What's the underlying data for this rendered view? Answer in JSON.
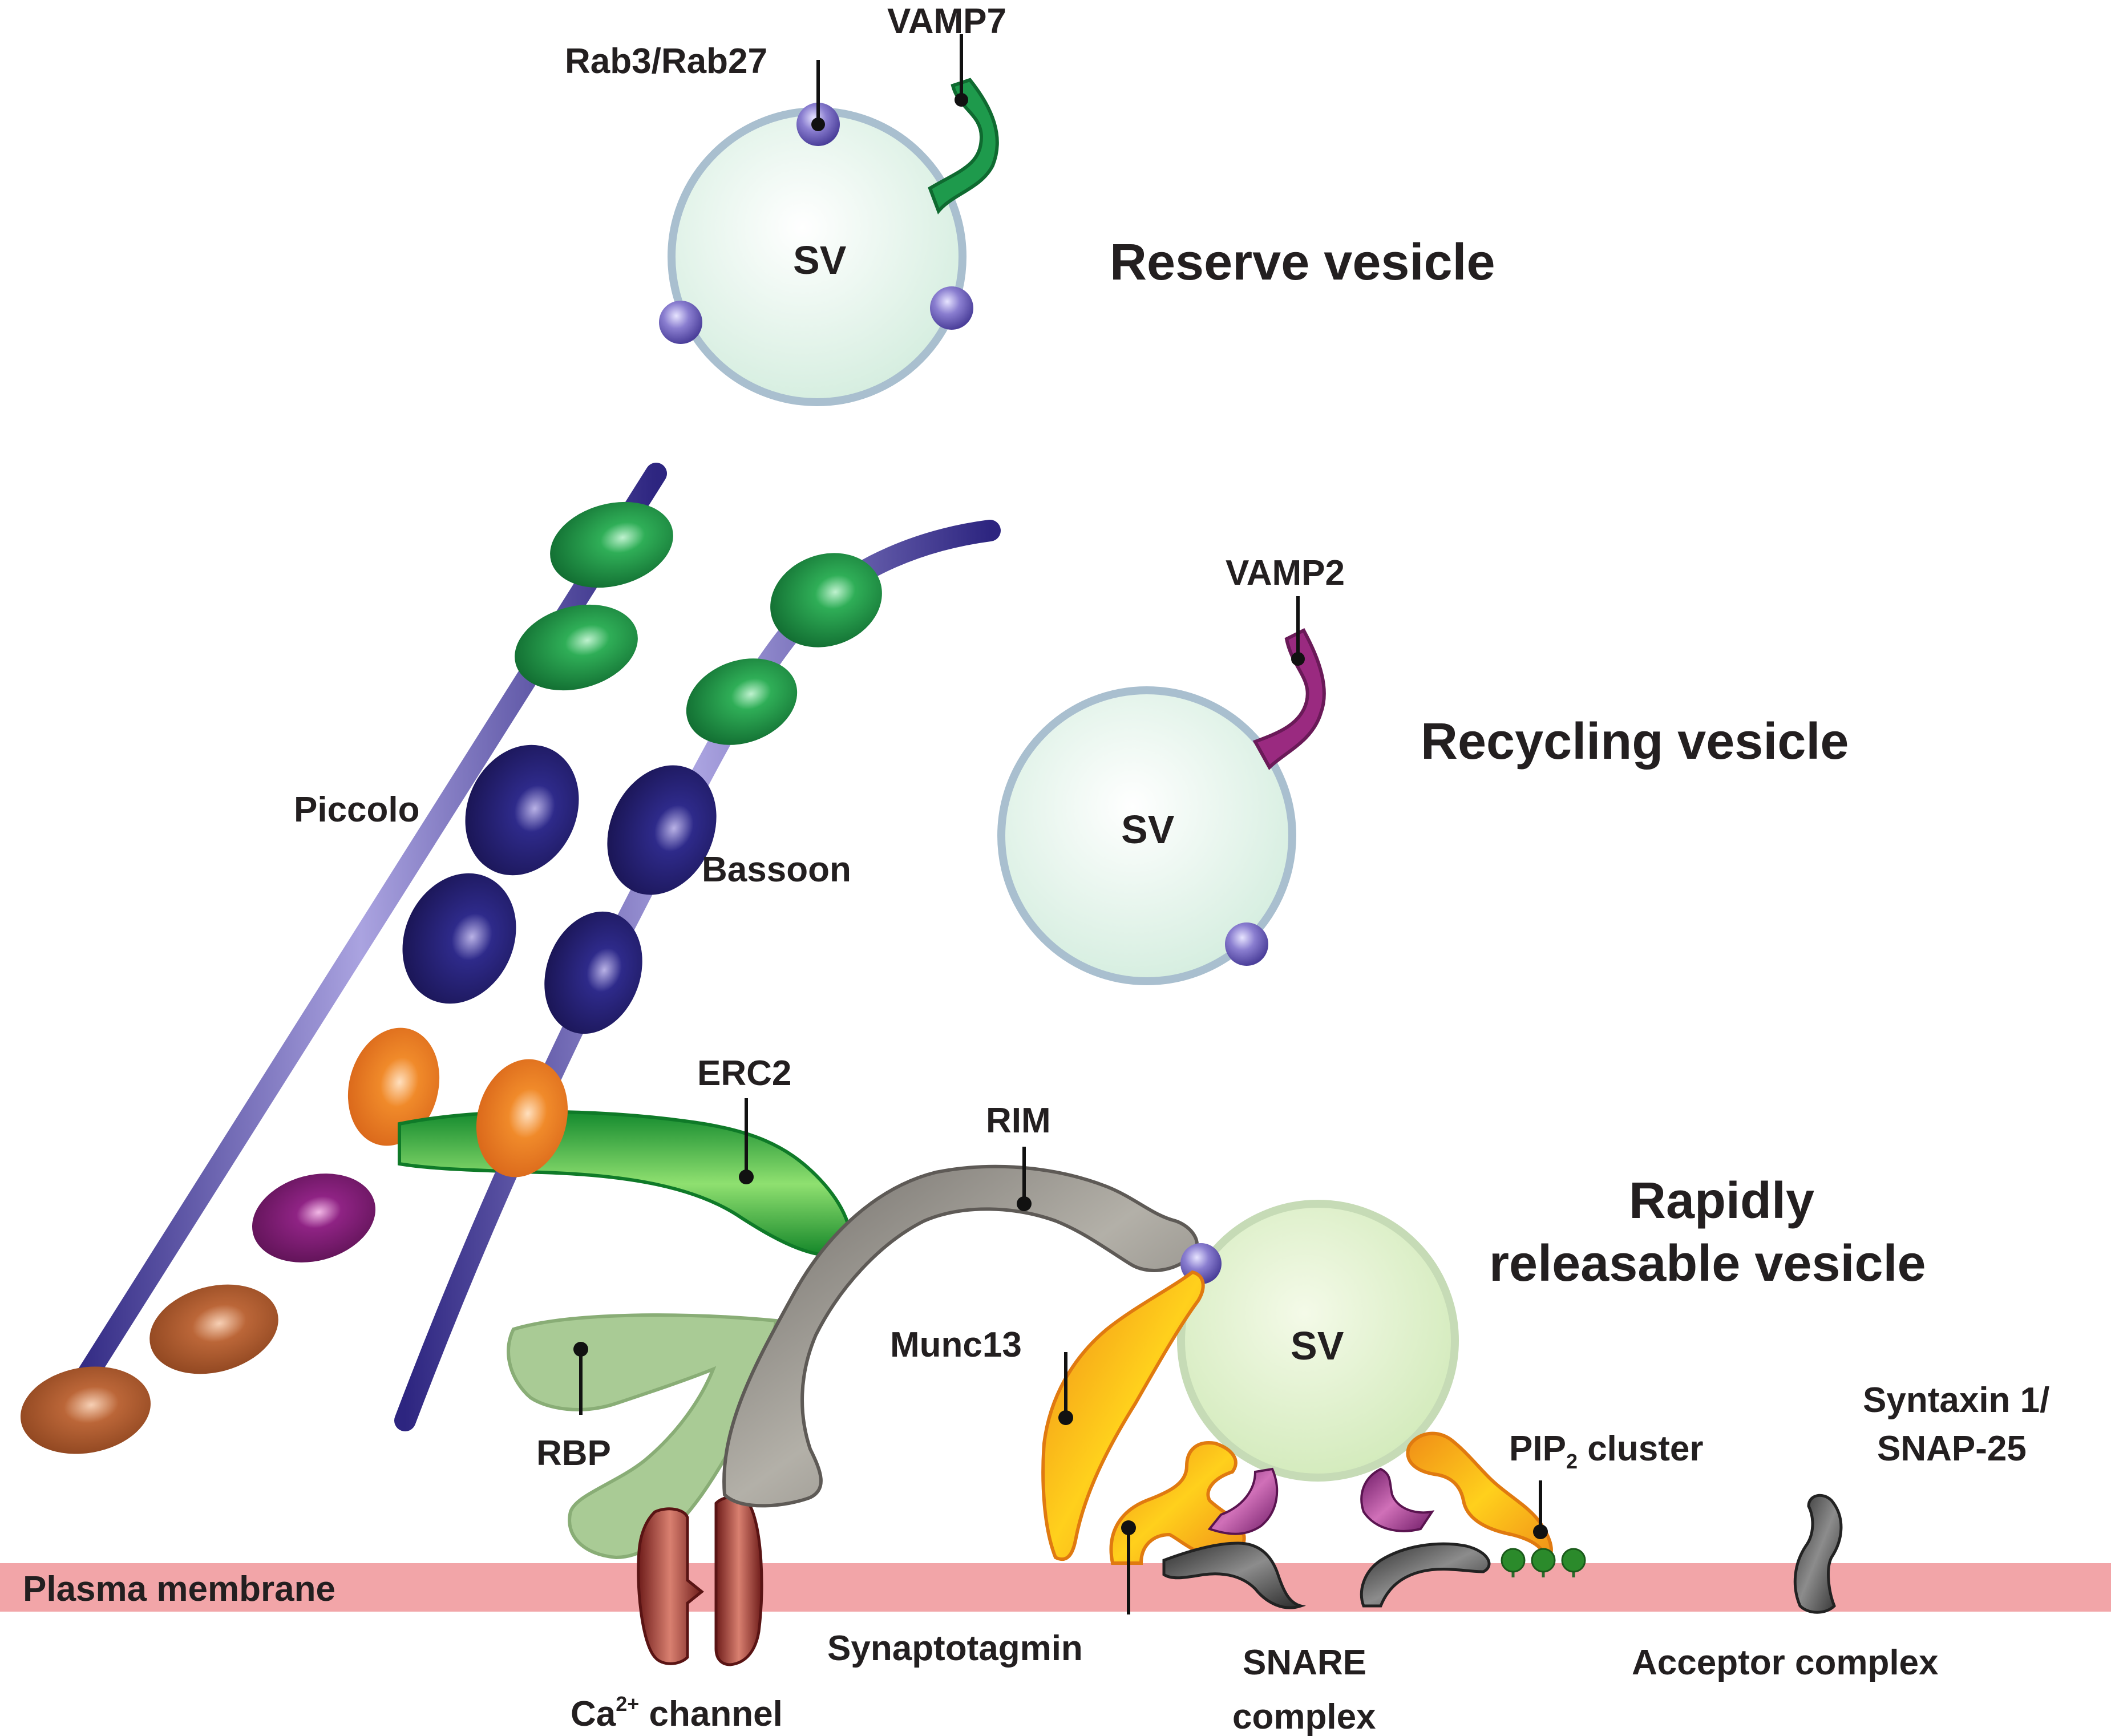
{
  "colors": {
    "membrane": "#f2a5a8",
    "vesicle_fill": "#def2e6",
    "vesicle_edge": "#a9bfcf",
    "rrp_vesicle_edge": "#c6dbb6",
    "scaffold_rod": "#4a3f9e",
    "green_domain": "#1f9140",
    "dark_domain": "#2b216e",
    "orange_domain": "#ef7f21",
    "magenta_domain": "#8a1e7e",
    "brown_domain": "#b65d33",
    "erc2": "#2fa32c",
    "rim": "#8a8680",
    "rbp": "#a9cb95",
    "munc13": "#f7a81b",
    "synaptotagmin": "#f4c21c",
    "snare_purple": "#8e2a7e",
    "snare_grey": "#4a4a4a",
    "ca_channel": "#8a2a26",
    "pip2": "#2b8a2b",
    "rab": "#7a6cc0",
    "vamp7": "#1e9a4c",
    "vamp2": "#9a2a80"
  },
  "vesicles": {
    "reserve": {
      "label": "SV",
      "title": "Reserve vesicle"
    },
    "recycling": {
      "label": "SV",
      "title": "Recycling vesicle"
    },
    "rapid": {
      "label": "SV",
      "title_line1": "Rapidly",
      "title_line2": "releasable vesicle"
    }
  },
  "labels": {
    "rab": "Rab3/Rab27",
    "vamp7": "VAMP7",
    "vamp2": "VAMP2",
    "piccolo": "Piccolo",
    "bassoon": "Bassoon",
    "erc2": "ERC2",
    "rim": "RIM",
    "munc13": "Munc13",
    "rbp": "RBP",
    "pip2_main": "PIP",
    "pip2_sub": "2",
    "pip2_rest": "cluster",
    "syntaxin_line1": "Syntaxin 1/",
    "syntaxin_line2": "SNAP-25",
    "plasma_membrane": "Plasma membrane",
    "synaptotagmin": "Synaptotagmin",
    "snare_line1": "SNARE",
    "snare_line2": "complex",
    "acceptor": "Acceptor complex",
    "ca_main": "Ca",
    "ca_sup": "2+",
    "ca_rest": "channel"
  }
}
